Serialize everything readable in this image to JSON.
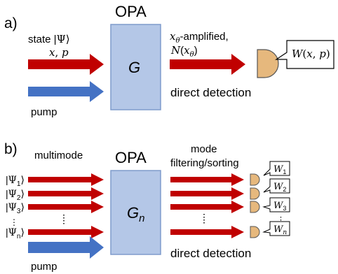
{
  "colors": {
    "signal_arrow": "#c00000",
    "pump_arrow": "#4472c4",
    "opa_box": "#b4c7e7",
    "detector": "#e6b87d"
  },
  "panel_a": {
    "label": "a)",
    "opa_title": "OPA",
    "gain": "G",
    "state_label": "state |Ψ⟩",
    "quadratures": "x, p",
    "amplified_label": "x_θ-amplified,",
    "photon_number": "N(x_θ)",
    "pump_label": "pump",
    "detection_label": "direct detection",
    "wigner_callout": "W(x, p)"
  },
  "panel_b": {
    "label": "b)",
    "multimode_label": "multimode",
    "opa_title": "OPA",
    "gain": "G",
    "gain_subscript": "n",
    "mode_label_line1": "mode",
    "mode_label_line2": "filtering/sorting",
    "pump_label": "pump",
    "detection_label": "direct detection",
    "input_states": [
      {
        "psi": "Ψ",
        "sub": "1"
      },
      {
        "psi": "Ψ",
        "sub": "2"
      },
      {
        "psi": "Ψ",
        "sub": "3"
      },
      {
        "psi": "Ψ",
        "sub": "n"
      }
    ],
    "wigner_outputs": [
      {
        "w": "W",
        "sub": "1"
      },
      {
        "w": "W",
        "sub": "2"
      },
      {
        "w": "W",
        "sub": "3"
      },
      {
        "w": "W",
        "sub": "n"
      }
    ],
    "ellipsis": "⋮"
  }
}
